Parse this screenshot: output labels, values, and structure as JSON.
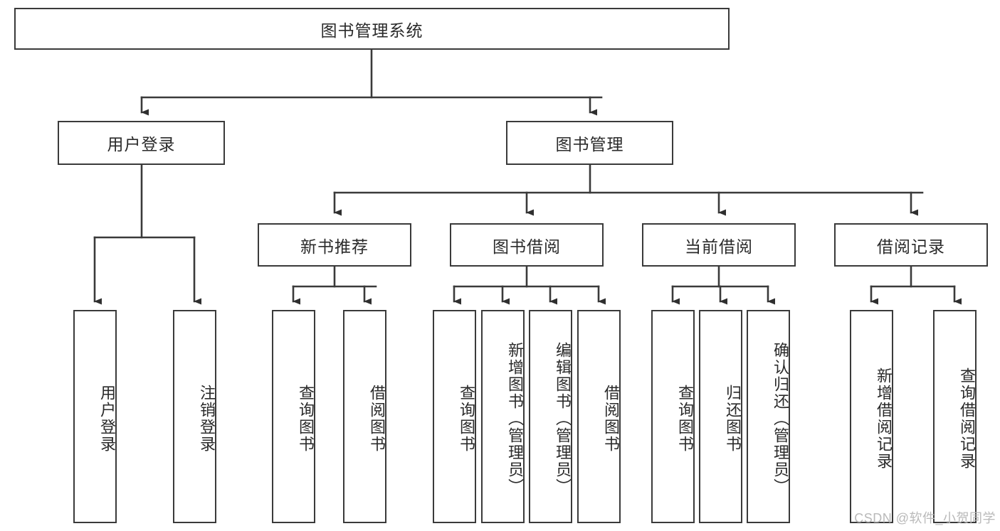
{
  "diagram": {
    "title": "图书管理系统",
    "watermark": "CSDN @软件_小贺同学",
    "colors": {
      "stroke": "#3a3a3a",
      "text": "#2a2a2a",
      "background": "#ffffff",
      "watermark": "#b9b9b9"
    },
    "levels": {
      "root": {
        "label": "图书管理系统"
      },
      "level2": [
        {
          "label": "用户登录"
        },
        {
          "label": "图书管理"
        }
      ],
      "level3": [
        {
          "label": "新书推荐"
        },
        {
          "label": "图书借阅"
        },
        {
          "label": "当前借阅"
        },
        {
          "label": "借阅记录"
        }
      ],
      "leaves": {
        "user_login": [
          {
            "label": "用户登录"
          },
          {
            "label": "注销登录"
          }
        ],
        "new_book_recommend": [
          {
            "label": "查询图书"
          },
          {
            "label": "借阅图书"
          }
        ],
        "book_borrow": [
          {
            "label": "查询图书"
          },
          {
            "label": "新增图书（管理员）"
          },
          {
            "label": "编辑图书（管理员）"
          },
          {
            "label": "借阅图书"
          }
        ],
        "current_borrow": [
          {
            "label": "查询图书"
          },
          {
            "label": "归还图书"
          },
          {
            "label": "确认归还（管理员）"
          }
        ],
        "borrow_record": [
          {
            "label": "新增借阅记录"
          },
          {
            "label": "查询借阅记录"
          }
        ]
      }
    }
  }
}
